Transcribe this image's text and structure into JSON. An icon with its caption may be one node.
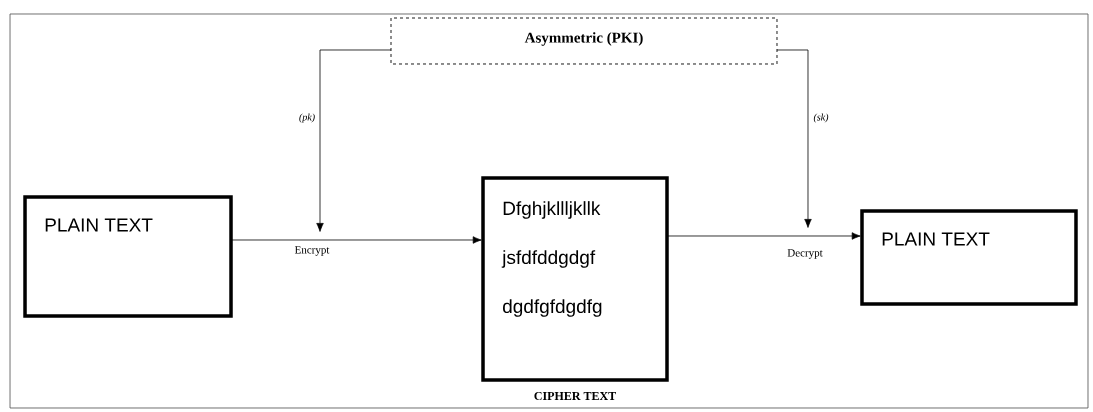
{
  "diagram": {
    "nodes": [
      {
        "text": [
          "Asymmetric (PKI)"
        ]
      },
      {
        "text": [
          "PLAIN TEXT"
        ]
      },
      {
        "text": [
          "Dfghjkllljkllk",
          "jsfdfddgdgf",
          "dgdfgfdgdfg"
        ],
        "beside": [
          "CIPHER TEXT"
        ]
      },
      {
        "text": [
          "PLAIN TEXT"
        ]
      }
    ],
    "edges": [
      {
        "from": 0,
        "to": null,
        "arrow": "to",
        "label": "(pk)"
      },
      {
        "from": 0,
        "to": null,
        "arrow": "to",
        "label": "(sk)"
      },
      {
        "from": 1,
        "to": 2,
        "arrow": "to",
        "label": "Encrypt"
      },
      {
        "from": 2,
        "to": 3,
        "arrow": "to",
        "label": "Decrypt"
      }
    ]
  }
}
